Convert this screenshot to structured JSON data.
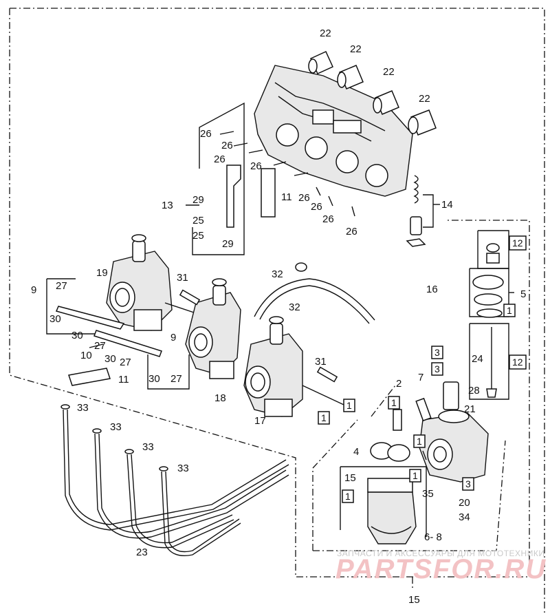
{
  "diagram": {
    "watermark": {
      "tagline": "ЗАПЧАСТИ И АКСЕССУАРЫ ДЛЯ МОТОТЕХНИКИ",
      "brand": "PARTSFOR.RU"
    },
    "callouts": {
      "c1": "1",
      "c2": "2",
      "c3": "3",
      "c4": "4",
      "c5": "5",
      "c6_8": "6- 8",
      "c7": "7",
      "c9": "9",
      "c10": "10",
      "c11": "11",
      "c12": "12",
      "c13": "13",
      "c14": "14",
      "c15": "15",
      "c16": "16",
      "c17": "17",
      "c18": "18",
      "c19": "19",
      "c20": "20",
      "c21": "21",
      "c22": "22",
      "c23": "23",
      "c24": "24",
      "c25": "25",
      "c26": "26",
      "c27": "27",
      "c28": "28",
      "c29": "29",
      "c30": "30",
      "c31": "31",
      "c32": "32",
      "c33": "33",
      "c34": "34",
      "c35": "35"
    }
  }
}
